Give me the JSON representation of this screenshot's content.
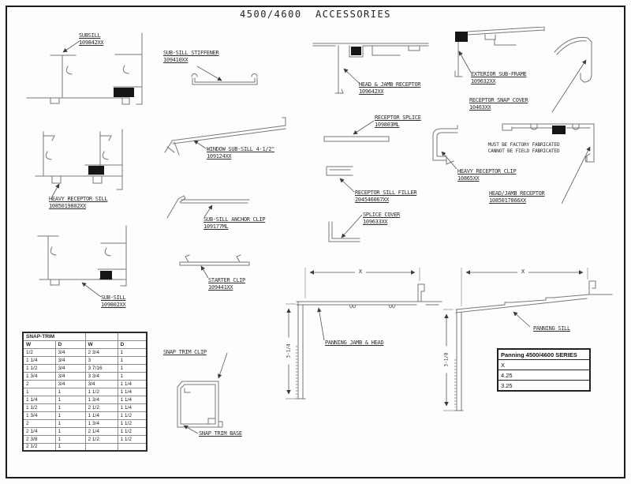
{
  "title": "4500/4600  ACCESSORIES",
  "labels": {
    "subsill": {
      "name": "SUBSILL",
      "number": "109842XX"
    },
    "sub_sill_stiffener": {
      "name": "SUB-SILL STIFFENER",
      "number": "109410XX"
    },
    "head_jamb_receptor": {
      "name": "HEAD & JAMB RECEPTOR",
      "number": "109642XX"
    },
    "exterior_sub_frame": {
      "name": "EXTERIOR SUB-FRAME",
      "number": "109632XX"
    },
    "receptor_snap_cover": {
      "name": "RECEPTOR SNAP COVER",
      "number": "10463XX"
    },
    "receptor_splice": {
      "name": "RECEPTOR SPLICE",
      "number": "109803ML"
    },
    "window_sub_sill": {
      "name": "WINDOW SUB-SILL 4-1/2\"",
      "number": "109124XX"
    },
    "heavy_receptor_clip": {
      "name": "HEAVY RECEPTOR CLIP",
      "number": "10865XX"
    },
    "head_jamb_receptor_2": {
      "name": "HEAD/JAMB RECEPTOR",
      "number": "1085017866XX"
    },
    "receptor_sill_filler": {
      "name": "RECEPTOR SILL FILLER",
      "number": "204546067XX"
    },
    "splice_cover": {
      "name": "SPLICE COVER",
      "number": "109633XX"
    },
    "sub_sill_anchor_clip": {
      "name": "SUB-SILL ANCHOR CLIP",
      "number": "109177ML"
    },
    "starter_clip": {
      "name": "STARTER CLIP",
      "number": "109441XX"
    },
    "heavy_receptor_sill": {
      "name": "HEAVY RECEPTOR SILL",
      "number": "1085019802XX"
    },
    "sub_sill": {
      "name": "SUB-SILL",
      "number": "109802XX"
    },
    "snap_trim_clip": {
      "name": "SNAP TRIM CLIP"
    },
    "snap_trim_base": {
      "name": "SNAP TRIM BASE"
    },
    "panning_jamb_head": {
      "name": "PANNING JAMB & HEAD"
    },
    "panning_sill": {
      "name": "PANNING SILL"
    }
  },
  "note": {
    "line1": "MUST BE FACTORY FABRICATED",
    "line2": "CANNOT BE FIELD FABRICATED"
  },
  "dimensions": {
    "x": "X",
    "jamb_head_height": "3-1/4",
    "sill_height": "3-1/8"
  },
  "snap_trim_table": {
    "title": "SNAP-TRIM",
    "columns": [
      "W",
      "D",
      "W",
      "D"
    ],
    "rows": [
      [
        "1/2",
        "3/4",
        "2 3/4",
        "1"
      ],
      [
        "1 1/4",
        "3/4",
        "3",
        "1"
      ],
      [
        "1 1/2",
        "3/4",
        "3 7/16",
        "1"
      ],
      [
        "1 3/4",
        "3/4",
        "3 3/4",
        "1"
      ],
      [
        "2",
        "3/4",
        "3/4",
        "1 1/4"
      ],
      [
        "1",
        "1",
        "1 1/2",
        "1 1/4"
      ],
      [
        "1 1/4",
        "1",
        "1 3/4",
        "1 1/4"
      ],
      [
        "1 1/2",
        "1",
        "2 1/2",
        "1 1/4"
      ],
      [
        "1 3/4",
        "1",
        "1 1/4",
        "1 1/2"
      ],
      [
        "2",
        "1",
        "1 3/4",
        "1 1/2"
      ],
      [
        "2 1/4",
        "1",
        "2 1/4",
        "1 1/2"
      ],
      [
        "2 3/8",
        "1",
        "2 1/2",
        "1 1/2"
      ],
      [
        "2 1/2",
        "1",
        "",
        ""
      ]
    ]
  },
  "panning_table": {
    "title": "Panning 4500/4600 SERIES",
    "rows": [
      "X",
      "4.25",
      "3.25"
    ]
  },
  "colors": {
    "line": "#787878",
    "text": "#2e2e2e",
    "gasket": "#151515",
    "table_border": "#222222"
  }
}
